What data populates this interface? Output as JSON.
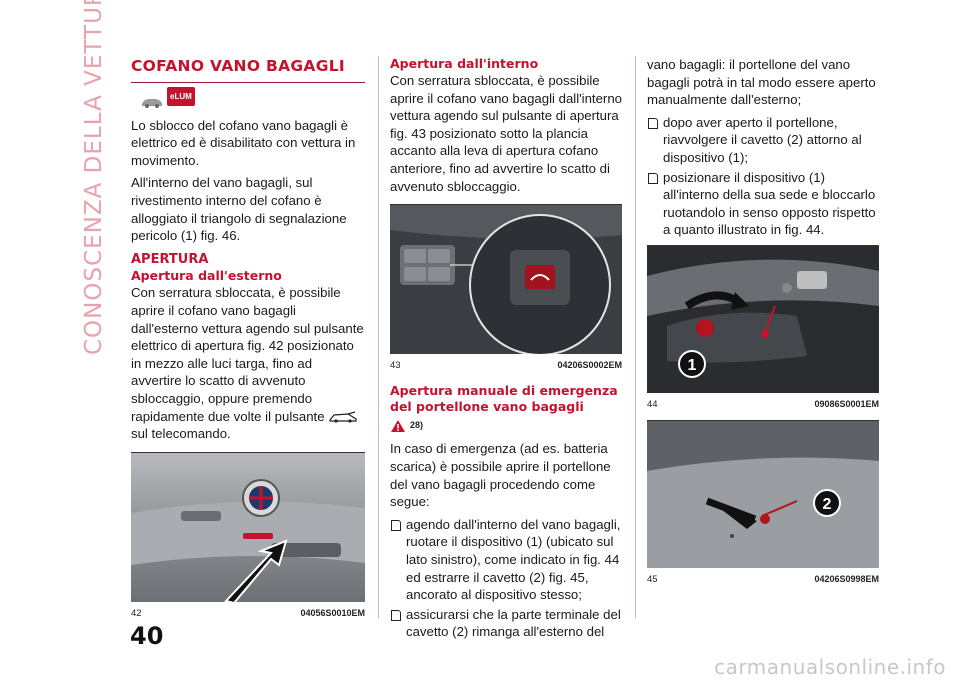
{
  "sidebar": {
    "chapter_title": "CONOSCENZA DELLA VETTURA"
  },
  "page": {
    "number": "40",
    "watermark": "carmanualsonline.info"
  },
  "col1": {
    "title": "COFANO VANO BAGAGLI",
    "elum_badge": "eLUM",
    "intro_p1": "Lo sblocco del cofano vano bagagli è elettrico ed è disabilitato con vettura in movimento.",
    "intro_p2": "All'interno del vano bagagli, sul rivestimento interno del cofano è alloggiato il triangolo di segnalazione pericolo (1) fig. 46.",
    "section_title": "APERTURA",
    "sub_title": "Apertura dall'esterno",
    "ext_p": "Con serratura sbloccata, è possibile aprire il cofano vano bagagli dall'esterno vettura agendo sul pulsante elettrico di apertura fig. 42 posizionato in mezzo alle luci targa, fino ad avvertire lo scatto di avvenuto sbloccaggio, oppure premendo rapidamente due volte il pulsante",
    "ext_p_end": "sul telecomando.",
    "fig": {
      "num": "42",
      "code": "04056S0010EM"
    }
  },
  "col2": {
    "sub_title": "Apertura dall'interno",
    "int_p": "Con serratura sbloccata, è possibile aprire il cofano vano bagagli dall'interno vettura agendo sul pulsante di apertura fig. 43 posizionato sotto la plancia accanto alla leva di apertura cofano anteriore, fino ad avvertire lo scatto di avvenuto sbloccaggio.",
    "fig": {
      "num": "43",
      "code": "04206S0002EM"
    },
    "emerg_title": "Apertura manuale di emergenza del portellone vano bagagli",
    "warn_ref": "28)",
    "emerg_p": "In caso di emergenza (ad es. batteria scarica) è possibile aprire il portellone del vano bagagli procedendo come segue:",
    "bullets": [
      "agendo dall'interno del vano bagagli, ruotare il dispositivo (1) (ubicato sul lato sinistro), come indicato in fig. 44 ed estrarre il cavetto (2) fig. 45, ancorato al dispositivo stesso;",
      "assicurarsi che la parte terminale del cavetto (2) rimanga all'esterno del"
    ]
  },
  "col3": {
    "cont_p": "vano bagagli: il portellone del vano bagagli potrà in tal modo essere aperto manualmente dall'esterno;",
    "bullets": [
      "dopo aver aperto il portellone, riavvolgere il cavetto (2) attorno al dispositivo (1);",
      "posizionare il dispositivo (1) all'interno della sua sede e bloccarlo ruotandolo in senso opposto rispetto a quanto illustrato in fig. 44."
    ],
    "fig44": {
      "num": "44",
      "code": "09086S0001EM",
      "label": "1"
    },
    "fig45": {
      "num": "45",
      "code": "04206S0998EM",
      "label": "2"
    }
  },
  "colors": {
    "accent": "#c4122f",
    "sidebar_text": "#e7a3ad"
  }
}
